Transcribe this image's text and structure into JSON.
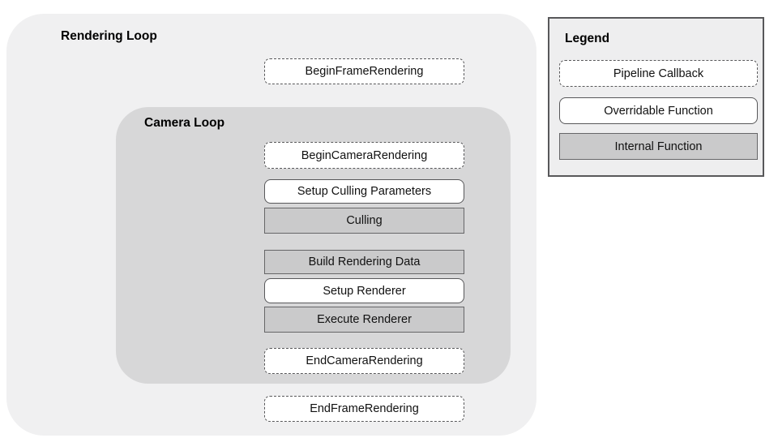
{
  "rendering_loop": {
    "label": "Rendering Loop",
    "begin_frame": {
      "label": "BeginFrameRendering",
      "type": "pipeline_callback"
    },
    "end_frame": {
      "label": "EndFrameRendering",
      "type": "pipeline_callback"
    }
  },
  "camera_loop": {
    "label": "Camera Loop",
    "steps": [
      {
        "label": "BeginCameraRendering",
        "type": "pipeline_callback"
      },
      {
        "label": "Setup Culling Parameters",
        "type": "overridable_function"
      },
      {
        "label": "Culling",
        "type": "internal_function"
      },
      {
        "label": "Build Rendering Data",
        "type": "internal_function"
      },
      {
        "label": "Setup Renderer",
        "type": "overridable_function"
      },
      {
        "label": "Execute Renderer",
        "type": "internal_function"
      },
      {
        "label": "EndCameraRendering",
        "type": "pipeline_callback"
      }
    ]
  },
  "legend": {
    "title": "Legend",
    "items": [
      {
        "label": "Pipeline Callback",
        "type": "pipeline_callback"
      },
      {
        "label": "Overridable Function",
        "type": "overridable_function"
      },
      {
        "label": "Internal Function",
        "type": "internal_function"
      }
    ]
  },
  "colors": {
    "rendering_loop_bg": "#f0f0f1",
    "camera_loop_bg": "#d7d7d8",
    "internal_box_bg": "#cacacb",
    "white_box_bg": "#ffffff",
    "box_border": "#58585a",
    "legend_bg": "#eeeeef",
    "legend_border": "#58585a",
    "text": "#111111"
  }
}
